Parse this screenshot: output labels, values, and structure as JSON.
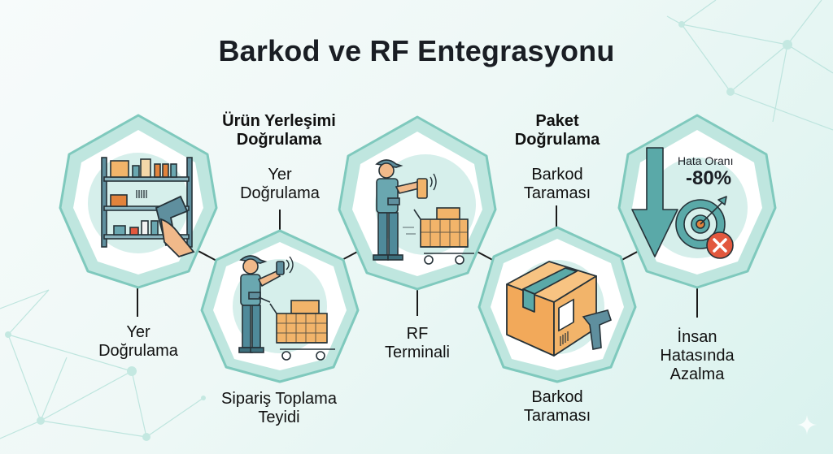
{
  "title": "Barkod ve RF Entegrasyonu",
  "colors": {
    "teal": "#8fd3c8",
    "teal_dark": "#5aa9a8",
    "slate": "#4f8a9a",
    "orange": "#f2b46a",
    "red": "#e2583e",
    "text": "#1a1e24"
  },
  "nodes": [
    {
      "id": "shelf-scan",
      "icon": "shelf-barcode-scan-icon",
      "bottom_label": "Yer Doğrulama"
    },
    {
      "id": "order-picking",
      "icon": "worker-cart-scan-icon",
      "top_heading": "Ürün Yerleşimi Doğrulama",
      "top_label": "Yer Doğrulama",
      "bottom_label": "Sipariş Toplama Teyidi"
    },
    {
      "id": "rf-terminal",
      "icon": "worker-rf-terminal-icon",
      "bottom_label": "RF Terminali"
    },
    {
      "id": "package-scan",
      "icon": "package-barcode-scanner-icon",
      "top_heading": "Paket Doğrulama",
      "top_label": "Barkod Taraması",
      "bottom_label": "Barkod Taraması"
    },
    {
      "id": "error-reduction",
      "icon": "error-rate-down-target-icon",
      "stat_title": "Hata Oranı",
      "stat_value": "-80%",
      "bottom_label": "İnsan Hatasında Azalma"
    }
  ],
  "labels": {
    "n1_bottom_l1": "Yer",
    "n1_bottom_l2": "Doğrulama",
    "n2_heading_l1": "Ürün Yerleşimi",
    "n2_heading_l2": "Doğrulama",
    "n2_top_l1": "Yer",
    "n2_top_l2": "Doğrulama",
    "n2_bottom_l1": "Sipariş Toplama",
    "n2_bottom_l2": "Teyidi",
    "n3_bottom_l1": "RF",
    "n3_bottom_l2": "Terminali",
    "n4_heading_l1": "Paket",
    "n4_heading_l2": "Doğrulama",
    "n4_top_l1": "Barkod",
    "n4_top_l2": "Taraması",
    "n4_bottom_l1": "Barkod",
    "n4_bottom_l2": "Taraması",
    "n5_stat_title": "Hata Oranı",
    "n5_stat_value": "-80%",
    "n5_bottom_l1": "İnsan",
    "n5_bottom_l2": "Hatasında",
    "n5_bottom_l3": "Azalma"
  }
}
